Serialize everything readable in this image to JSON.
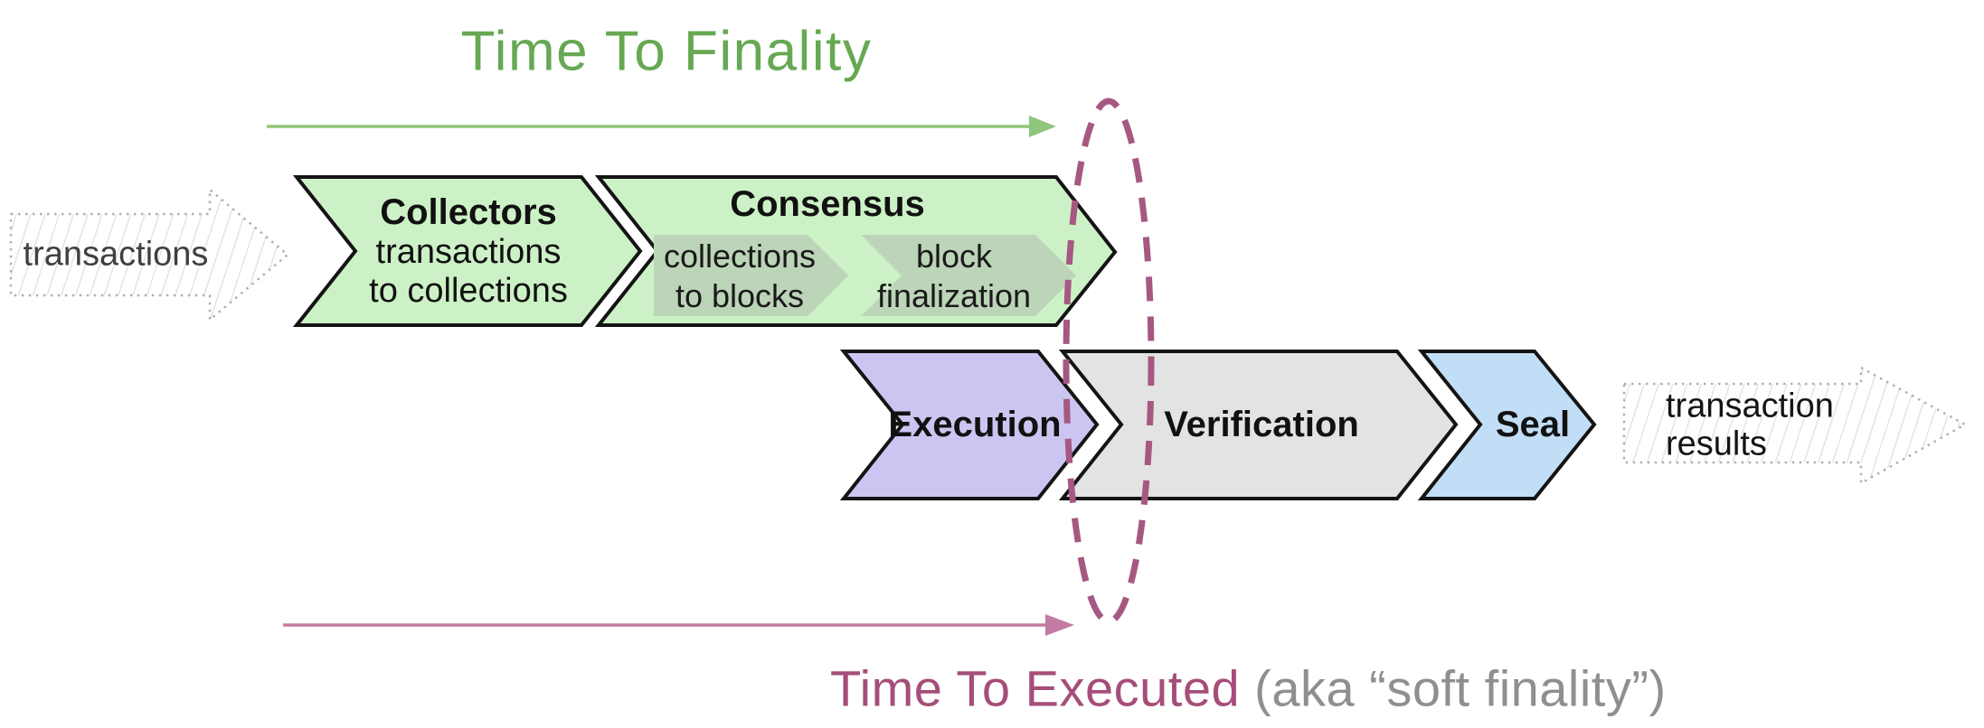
{
  "diagram": {
    "titles": {
      "finality": "Time To Finality",
      "executed": "Time To Executed",
      "executed_suffix": "(aka “soft finality”)"
    },
    "io": {
      "input_label": "transactions",
      "output_line1": "transaction",
      "output_line2": "results"
    },
    "stages": {
      "collectors": {
        "title": "Collectors",
        "line1": "transactions",
        "line2": "to collections"
      },
      "consensus": {
        "title": "Consensus",
        "sub1_line1": "collections",
        "sub1_line2": "to blocks",
        "sub2_line1": "block",
        "sub2_line2": "finalization"
      },
      "execution": {
        "title": "Execution"
      },
      "verification": {
        "title": "Verification"
      },
      "seal": {
        "title": "Seal"
      }
    },
    "colors": {
      "stage_green": "#cdf1c6",
      "substage_green": "#bcd4b8",
      "stage_purple": "#cbc6f1",
      "stage_gray": "#e3e3e3",
      "stage_blue": "#c2def6",
      "outline": "#141414",
      "green_title": "#67a853",
      "green_arrow": "#90c57c",
      "magenta_title": "#a64d79",
      "magenta_arrow": "#c47ba3",
      "ellipse": "#a65882",
      "sketch_outline": "#b0b0b0",
      "sketch_hatch": "#dedede",
      "suffix_gray": "#8f8f8f"
    }
  }
}
